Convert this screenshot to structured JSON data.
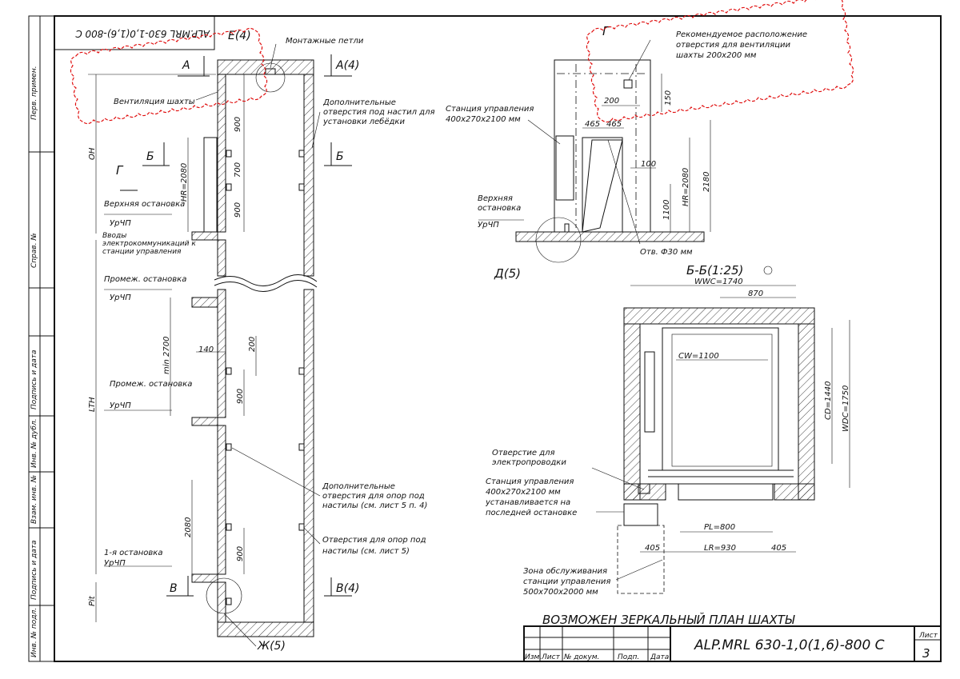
{
  "sidebar": {
    "perv_primen": "Перв. примен.",
    "sprav_no": "Справ. №",
    "podpis_data_1": "Подпись и дата",
    "inv_dubl": "Инв. № дубл.",
    "vzam_inv": "Взам. инв. №",
    "podpis_data_2": "Подпись и дата",
    "inv_podl": "Инв. № подл."
  },
  "top_stamp": "ALP.MRL 630-1,0(1,6)-800 C",
  "section_view": {
    "view_E": "Е(4)",
    "mount_loops": "Монтажные петли",
    "A_left": "А",
    "A_right": "А(4)",
    "shaft_vent": "Вентиляция шахты",
    "extra_holes_winch": "Дополнительные отверстия под настил для установки лебёдки",
    "dim_900_a": "900",
    "dim_700": "700",
    "dim_900_b": "900",
    "OH": "OH",
    "G": "Г",
    "B_left": "Б",
    "B_right": "Б",
    "HR": "HR=2080",
    "upper_stop": "Верхняя остановка",
    "ur_chp": "УрЧП",
    "inputs": "Вводы электрокоммуникаций к станции управления",
    "interm_stop": "Промеж. остановка",
    "min2700": "min 2700",
    "dim_140": "140",
    "dim_200": "200",
    "dim_900_c": "900",
    "LTH": "LTH",
    "extra_holes_supports": "Дополнительные отверстия для опор под настилы (см. лист 5 п. 4)",
    "holes_supports": "Отверстия для опор под настилы (см. лист 5)",
    "dim_2080": "2080",
    "dim_900_d": "900",
    "first_stop": "1-я остановка",
    "V_left": "В",
    "V_right": "В(4)",
    "Pit": "Pit",
    "Zh": "Ж(5)"
  },
  "view_G": {
    "G": "Г",
    "vent_recommended": "Рекомендуемое расположение отверстия для вентиляции шахты 200х200 мм",
    "dim_200": "200",
    "dim_150": "150",
    "ctrl_station": "Станция управления 400х270х2100 мм",
    "dim_465a": "465",
    "dim_465b": "465",
    "dim_100": "100",
    "dim_1100": "1100",
    "HR": "HR=2080",
    "dim_2180": "2180",
    "upper_stop": "Верхняя остановка",
    "ur_chp": "УрЧП",
    "hole_30": "Отв. Ф30 мм",
    "D5": "Д(5)"
  },
  "plan_view": {
    "title": "Б-Б(1:25)",
    "WWC": "WWC=1740",
    "dim_870": "870",
    "CW": "CW=1100",
    "CD": "CD=1440",
    "WDC": "WDC=1750",
    "wiring_hole": "Отверстие для электропроводки",
    "ctrl_station": "Станция управления 400х270х2100 мм устанавливается на последней остановке",
    "PL": "PL=800",
    "LR": "LR=930",
    "dim_405a": "405",
    "dim_405b": "405",
    "service_zone": "Зона обслуживания станции управления 500х700х2000 мм"
  },
  "mirror_note": "ВОЗМОЖЕН ЗЕРКАЛЬНЫЙ ПЛАН ШАХТЫ",
  "title_block": {
    "doc_code": "ALP.MRL 630-1,0(1,6)-800 C",
    "izm": "Изм.",
    "list": "Лист",
    "doc_no": "№ докум.",
    "podp": "Подп.",
    "data": "Дата",
    "list_label": "Лист",
    "sheet_no": "3"
  }
}
